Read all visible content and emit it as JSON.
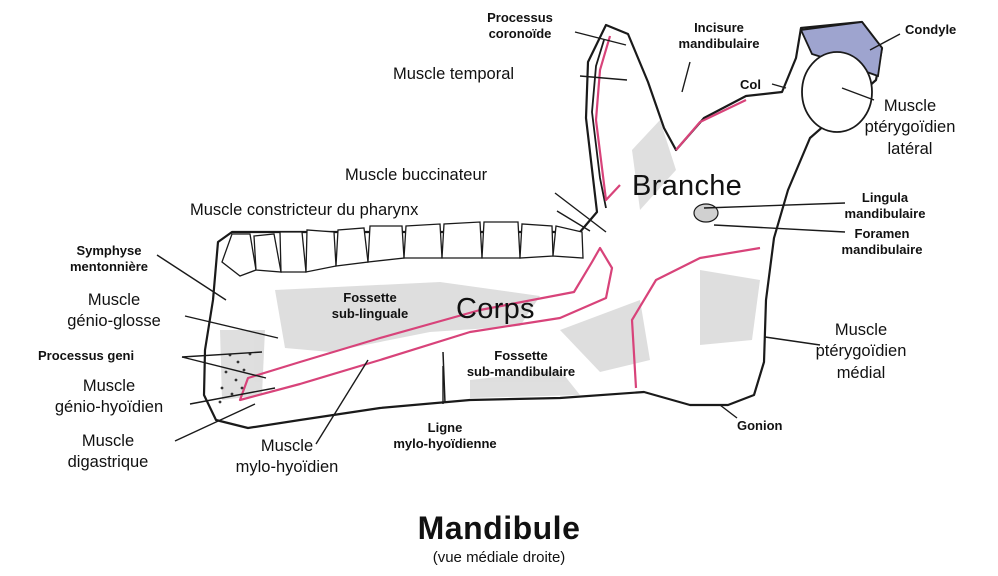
{
  "colors": {
    "outline": "#1a1a1a",
    "muscle_line": "#d8437a",
    "condyle_fill": "#9ea4cf",
    "shading": "#bfbfbf",
    "background": "#ffffff"
  },
  "title": "Mandibule",
  "subtitle": "(vue médiale droite)",
  "labels": {
    "processus_coronoide": [
      "Processus",
      "coronoïde"
    ],
    "incisure_mandibulaire": [
      "Incisure",
      "mandibulaire"
    ],
    "condyle": "Condyle",
    "muscle_temporal": "Muscle temporal",
    "col": "Col",
    "muscle_pterygoidien_lateral": [
      "Muscle",
      "ptérygoïdien",
      "latéral"
    ],
    "muscle_buccinateur": "Muscle buccinateur",
    "branche": "Branche",
    "lingula_mandibulaire": [
      "Lingula",
      "mandibulaire"
    ],
    "muscle_constricteur": "Muscle constricteur du pharynx",
    "foramen_mandibulaire": [
      "Foramen",
      "mandibulaire"
    ],
    "symphyse_mentonniere": [
      "Symphyse",
      "mentonnière"
    ],
    "fossette_sub_linguale": [
      "Fossette",
      "sub-linguale"
    ],
    "muscle_genio_glosse": [
      "Muscle",
      "génio-glosse"
    ],
    "corps": "Corps",
    "muscle_pterygoidien_medial": [
      "Muscle",
      "ptérygoïdien",
      "médial"
    ],
    "processus_geni": "Processus geni",
    "fossette_sub_mandibulaire": [
      "Fossette",
      "sub-mandibulaire"
    ],
    "muscle_genio_hyoidien": [
      "Muscle",
      "génio-hyoïdien"
    ],
    "ligne_mylo_hyoidienne": [
      "Ligne",
      "mylo-hyoïdienne"
    ],
    "gonion": "Gonion",
    "muscle_digastrique": [
      "Muscle",
      "digastrique"
    ],
    "muscle_mylo_hyoidien": [
      "Muscle",
      "mylo-hyoïdien"
    ]
  }
}
